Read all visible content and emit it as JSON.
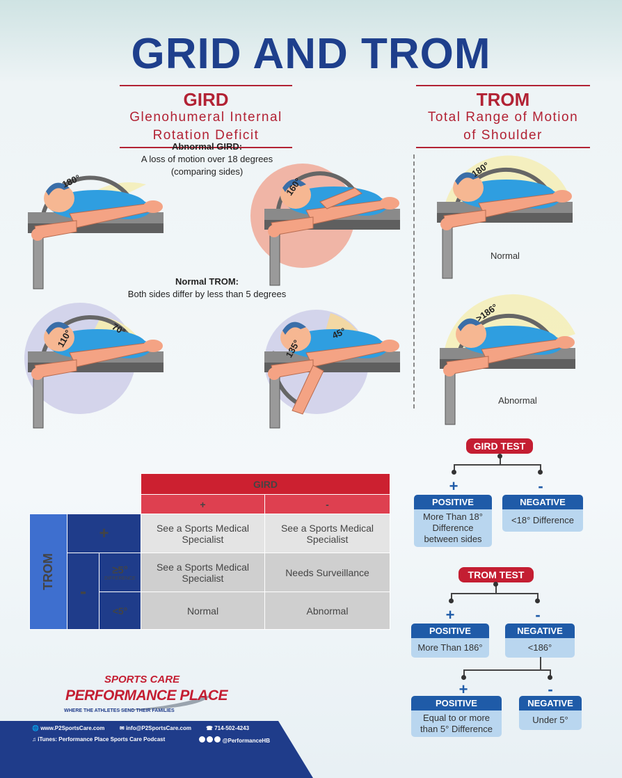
{
  "title": "GRID AND TROM",
  "gird_section": {
    "title": "GIRD",
    "subtitle_1": "Glenohumeral Internal",
    "subtitle_2": "Rotation Deficit",
    "abnormal_heading": "Abnormal GIRD:",
    "abnormal_line1": "A loss of motion over 18 degrees",
    "abnormal_line2": "(comparing sides)",
    "normal_heading": "Normal TROM:",
    "normal_line": "Both sides differ by less than 5 degrees",
    "angles": {
      "a1": "180°",
      "a2": "160°",
      "a3": "110°",
      "a4": "70°",
      "a5": "135°",
      "a6": "45°"
    }
  },
  "trom_section": {
    "title": "TROM",
    "subtitle_1": "Total Range of Motion",
    "subtitle_2": "of Shoulder",
    "angle_normal": "180°",
    "angle_abnormal": ">186°",
    "caption_normal": "Normal",
    "caption_abnormal": "Abnormal"
  },
  "table": {
    "gird_header": "GIRD",
    "plus": "+",
    "minus": "-",
    "trom_label": "TROM",
    "gte5": "≥5°",
    "difference": "DIFFERENCE",
    "lt5": "<5°",
    "r1c1": "See a Sports Medical Specialist",
    "r1c2": "See a Sports Medical Specialist",
    "r2c1": "See a Sports Medical Specialist",
    "r2c2": "Needs Surveillance",
    "r3c1": "Normal",
    "r3c2": "Abnormal"
  },
  "gird_test": {
    "title": "GIRD TEST",
    "pos_sign": "+",
    "neg_sign": "-",
    "positive": "POSITIVE",
    "positive_text": "More Than 18° Difference between sides",
    "negative": "NEGATIVE",
    "negative_text": "<18° Difference"
  },
  "trom_test": {
    "title": "TROM TEST",
    "pos_sign": "+",
    "neg_sign": "-",
    "positive": "POSITIVE",
    "positive_text": "More Than 186°",
    "negative": "NEGATIVE",
    "negative_text": "<186°",
    "sub_positive": "POSITIVE",
    "sub_positive_text": "Equal to or more than 5° Difference",
    "sub_negative": "NEGATIVE",
    "sub_negative_text": "Under 5°"
  },
  "logo": {
    "line1": "SPORTS CARE",
    "line2": "PERFORMANCE PLACE",
    "tagline": "WHERE THE ATHLETES SEND THEIR FAMILIES"
  },
  "footer": {
    "website": "www.P2SportsCare.com",
    "email": "info@P2SportsCare.com",
    "phone": "714-502-4243",
    "podcast": "iTunes: Performance Place Sports Care Podcast",
    "social": "@PerformanceHB"
  }
}
